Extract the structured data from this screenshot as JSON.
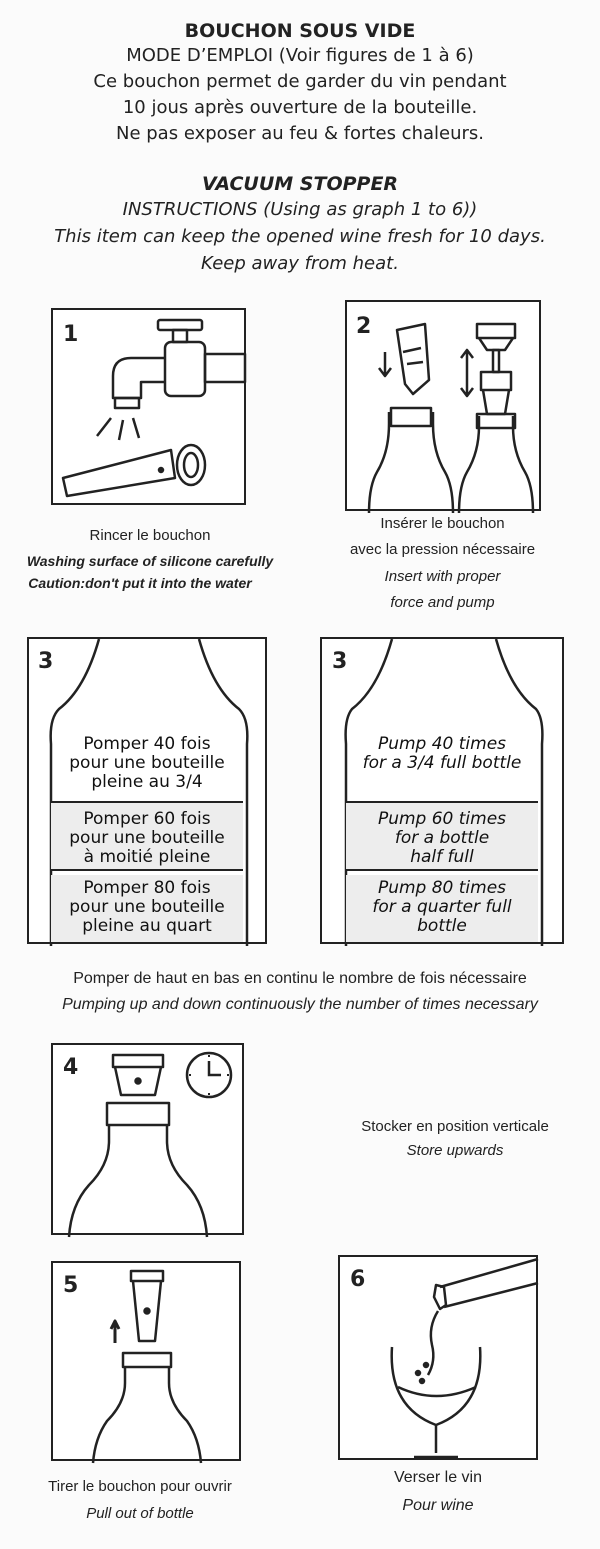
{
  "header_fr": {
    "title": "BOUCHON SOUS VIDE",
    "line1": "MODE D’EMPLOI (Voir figures de 1 à 6)",
    "line2": "Ce bouchon permet de garder du vin pendant",
    "line3": "10 jous après ouverture de la bouteille.",
    "line4": "Ne pas exposer au feu & fortes chaleurs."
  },
  "header_en": {
    "title": "VACUUM STOPPER",
    "line1": "INSTRUCTIONS (Using as graph 1 to 6))",
    "line2": "This item can keep the opened wine fresh for 10 days.",
    "line3": "Keep away from heat."
  },
  "step1": {
    "number": "1",
    "cap_fr": "Rincer le bouchon",
    "cap_en1": "Washing surface of silicone carefully",
    "cap_en2": "Caution:don't put it into the water"
  },
  "step2": {
    "number": "2",
    "cap_fr1": "Insérer le bouchon",
    "cap_fr2": "avec la pression nécessaire",
    "cap_en1": "Insert with proper",
    "cap_en2": "force and pump"
  },
  "step3_fr": {
    "number": "3",
    "band1": [
      "Pomper 40 fois",
      "pour une bouteille",
      "pleine au 3/4"
    ],
    "band2": [
      "Pomper 60 fois",
      "pour une bouteille",
      "à moitié pleine"
    ],
    "band3": [
      "Pomper 80 fois",
      "pour une bouteille",
      "pleine au quart"
    ]
  },
  "step3_en": {
    "number": "3",
    "band1": [
      "Pump 40 times",
      "for a 3/4 full bottle"
    ],
    "band2": [
      "Pump 60 times",
      "for a bottle",
      "half full"
    ],
    "band3": [
      "Pump 80 times",
      "for a quarter full",
      "bottle"
    ]
  },
  "pump_note": {
    "fr": "Pomper de haut en bas en continu le nombre de fois nécessaire",
    "en": "Pumping up and down continuously the number of times necessary"
  },
  "step4": {
    "number": "4",
    "cap_fr": "Stocker en position verticale",
    "cap_en": "Store upwards"
  },
  "step5": {
    "number": "5",
    "cap_fr": "Tirer le bouchon pour ouvrir",
    "cap_en": "Pull out of bottle"
  },
  "step6": {
    "number": "6",
    "cap_fr": "Verser le vin",
    "cap_en": "Pour wine"
  }
}
